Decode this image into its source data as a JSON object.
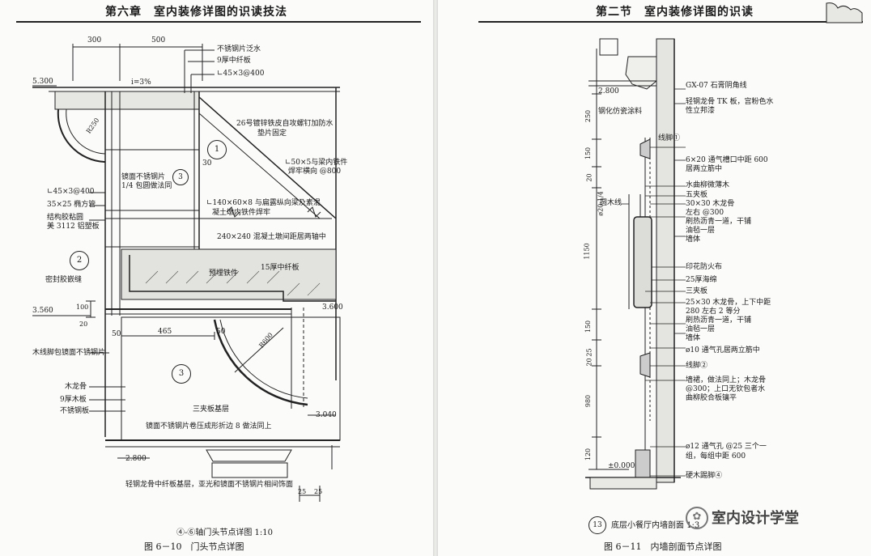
{
  "left_page": {
    "header": "第六章　室内装修详图的识读技法",
    "caption_title": "④-⑥轴门头节点详图 1:10",
    "caption_figure": "图 6－10　门头节点详图",
    "dims": {
      "d300": "300",
      "d500": "500",
      "d5300": "5.300",
      "slope": "i=3%",
      "r250": "R250",
      "d30": "30",
      "d100": "100",
      "d20": "20",
      "d3560": "3.560",
      "d50a": "50",
      "d465": "465",
      "d50b": "50",
      "r600": "R600",
      "d3600": "3.600",
      "d3040": "3.040",
      "d2800": "2.800",
      "d25a": "25",
      "d25b": "25"
    },
    "labels": {
      "l1": "不锈钢片泛水",
      "l2": "9厚中纤板",
      "l3": "∟45×3@400",
      "l4": "26号镀锌铁皮自攻螺钉加防水",
      "l4b": "垫片固定",
      "l5": "∟50×5与梁内铁件",
      "l5b": "焊牢横向 @800",
      "l6": "镜面不锈钢片",
      "l6b": "1/4 包圆做法同",
      "l7": "∟45×3@400",
      "l8": "35×25 椭方管",
      "l9": "结构胶粘圆",
      "l9b": "美 3112 铝塑板",
      "l10": "∟140×60×8 与扁露纵向梁及素混",
      "l10b": "凝土墩内铁件焊牢",
      "l11": "240×240 混凝土墩间距居两轴中",
      "l12": "预埋铁件",
      "l13": "15厚中纤板",
      "l14": "密封胶嵌缝",
      "l15": "木线脚包镜面不锈钢片",
      "l16": "木龙骨",
      "l17": "9厚木板",
      "l18": "不锈钢板",
      "l19": "三夹板基层",
      "l20": "镜面不锈钢片卷压成形折边 8 做法同上",
      "l21": "轻钢龙骨中纤板基层，亚光和镜面不锈钢片相间饰面"
    },
    "circles": {
      "c1": "1",
      "c2": "2",
      "c3": "3",
      "c3b": "3"
    }
  },
  "right_page": {
    "header": "第二节　室内装修详图的识读",
    "caption_num": "13",
    "caption_title": "底层小餐厅内墙剖面 1:3",
    "caption_figure": "图 6－11　内墙剖面节点详图",
    "dims": {
      "d2800": "2.800",
      "d250": "250",
      "d150a": "150",
      "d20": "20",
      "d1150": "1150",
      "d150b": "150",
      "d25": "25",
      "d20b": "20",
      "d980": "980",
      "d120": "120",
      "d000": "±0.000",
      "phi": "ø20·1/4"
    },
    "labels": {
      "r1": "GX-07 石膏阴角线",
      "r2": "轻钢龙骨 TK 板，宫粉色水",
      "r2b": "性立邦漆",
      "r3": "钢化仿瓷涂料",
      "r4": "线脚①",
      "r5": "6×20 通气槽口中距 600",
      "r5b": "居两立筋中",
      "r6": "水曲柳微薄木",
      "r7": "五夹板",
      "r8": "30×30 木龙骨",
      "r8b": "左右 @300",
      "r9": "刷热沥青一道，干铺",
      "r9b": "油毡一层",
      "r10": "墙体",
      "r11": "圆木线",
      "r12": "印花防火布",
      "r13": "25厚海绵",
      "r14": "三夹板",
      "r15": "25×30 木龙骨，上下中距",
      "r15b": "280 左右 2 等分",
      "r16": "刷热沥青一道，干铺",
      "r16b": "油毡一层",
      "r17": "墙体",
      "r18": "ø10 通气孔居两立筋中",
      "r19": "线脚②",
      "r20": "墙裙，做法同上；木龙骨",
      "r20b": "@300；上口无钦包者水",
      "r20c": "曲柳胶合板镶平",
      "r21": "ø12 通气孔 @25 三个一",
      "r21b": "组，每组中距 600",
      "r22": "硬木踢脚④"
    },
    "watermark": "室内设计学堂"
  }
}
